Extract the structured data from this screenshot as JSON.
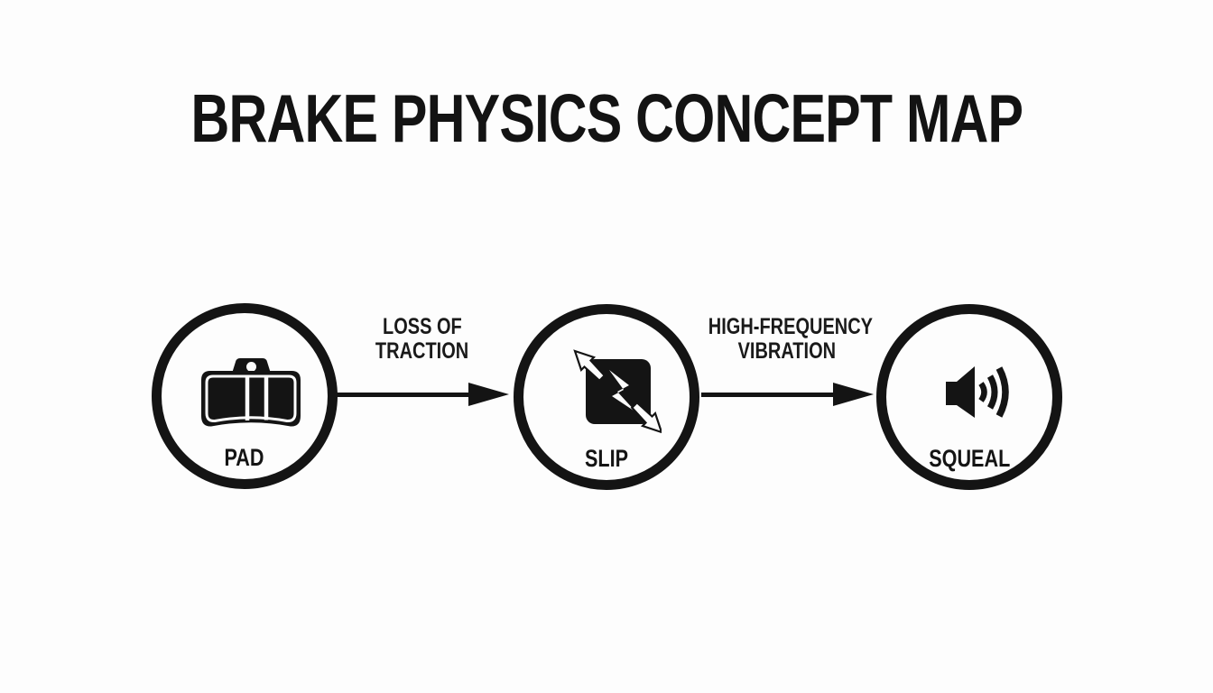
{
  "title": "BRAKE PHYSICS CONCEPT MAP",
  "colors": {
    "background": "#fdfdfd",
    "ink": "#141414"
  },
  "nodes": [
    {
      "id": "pad",
      "label": "PAD",
      "icon": "brake-pad-icon"
    },
    {
      "id": "slip",
      "label": "SLIP",
      "icon": "slip-icon"
    },
    {
      "id": "squeal",
      "label": "SQUEAL",
      "icon": "speaker-icon"
    }
  ],
  "edges": [
    {
      "from": "pad",
      "to": "slip",
      "label_line1": "LOSS OF",
      "label_line2": "TRACTION"
    },
    {
      "from": "slip",
      "to": "squeal",
      "label_line1": "HIGH-FREQUENCY",
      "label_line2": "VIBRATION"
    }
  ]
}
